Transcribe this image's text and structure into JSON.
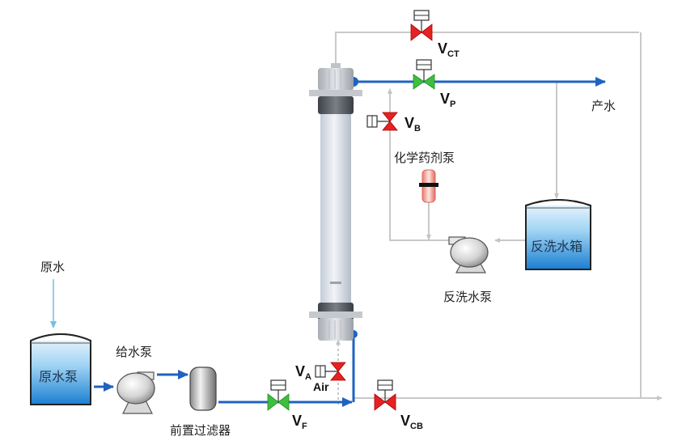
{
  "labels": {
    "raw_water": "原水",
    "raw_water_tank": "原水泵",
    "feed_pump": "给水泵",
    "pre_filter": "前置过滤器",
    "product_water": "产水",
    "chemical_pump": "化学药剂泵",
    "backwash_tank": "反洗水箱",
    "backwash_pump": "反洗水泵",
    "air": "Air"
  },
  "valves": [
    {
      "id": "ct",
      "main": "V",
      "sub": "CT",
      "color": "red"
    },
    {
      "id": "p",
      "main": "V",
      "sub": "P",
      "color": "green"
    },
    {
      "id": "b",
      "main": "V",
      "sub": "B",
      "color": "red"
    },
    {
      "id": "a",
      "main": "V",
      "sub": "A",
      "color": "red"
    },
    {
      "id": "f",
      "main": "V",
      "sub": "F",
      "color": "green"
    },
    {
      "id": "cb",
      "main": "V",
      "sub": "CB",
      "color": "red"
    }
  ],
  "colors": {
    "main_pipe": "#1f63c0",
    "aux_pipe": "#c9c9c9",
    "raw_feed_pipe": "#6fc1e8",
    "valve_open": "#3fbf3f",
    "valve_closed": "#e52222",
    "tank_top": "#eef7fd",
    "tank_bottom": "#1a7fd0"
  }
}
